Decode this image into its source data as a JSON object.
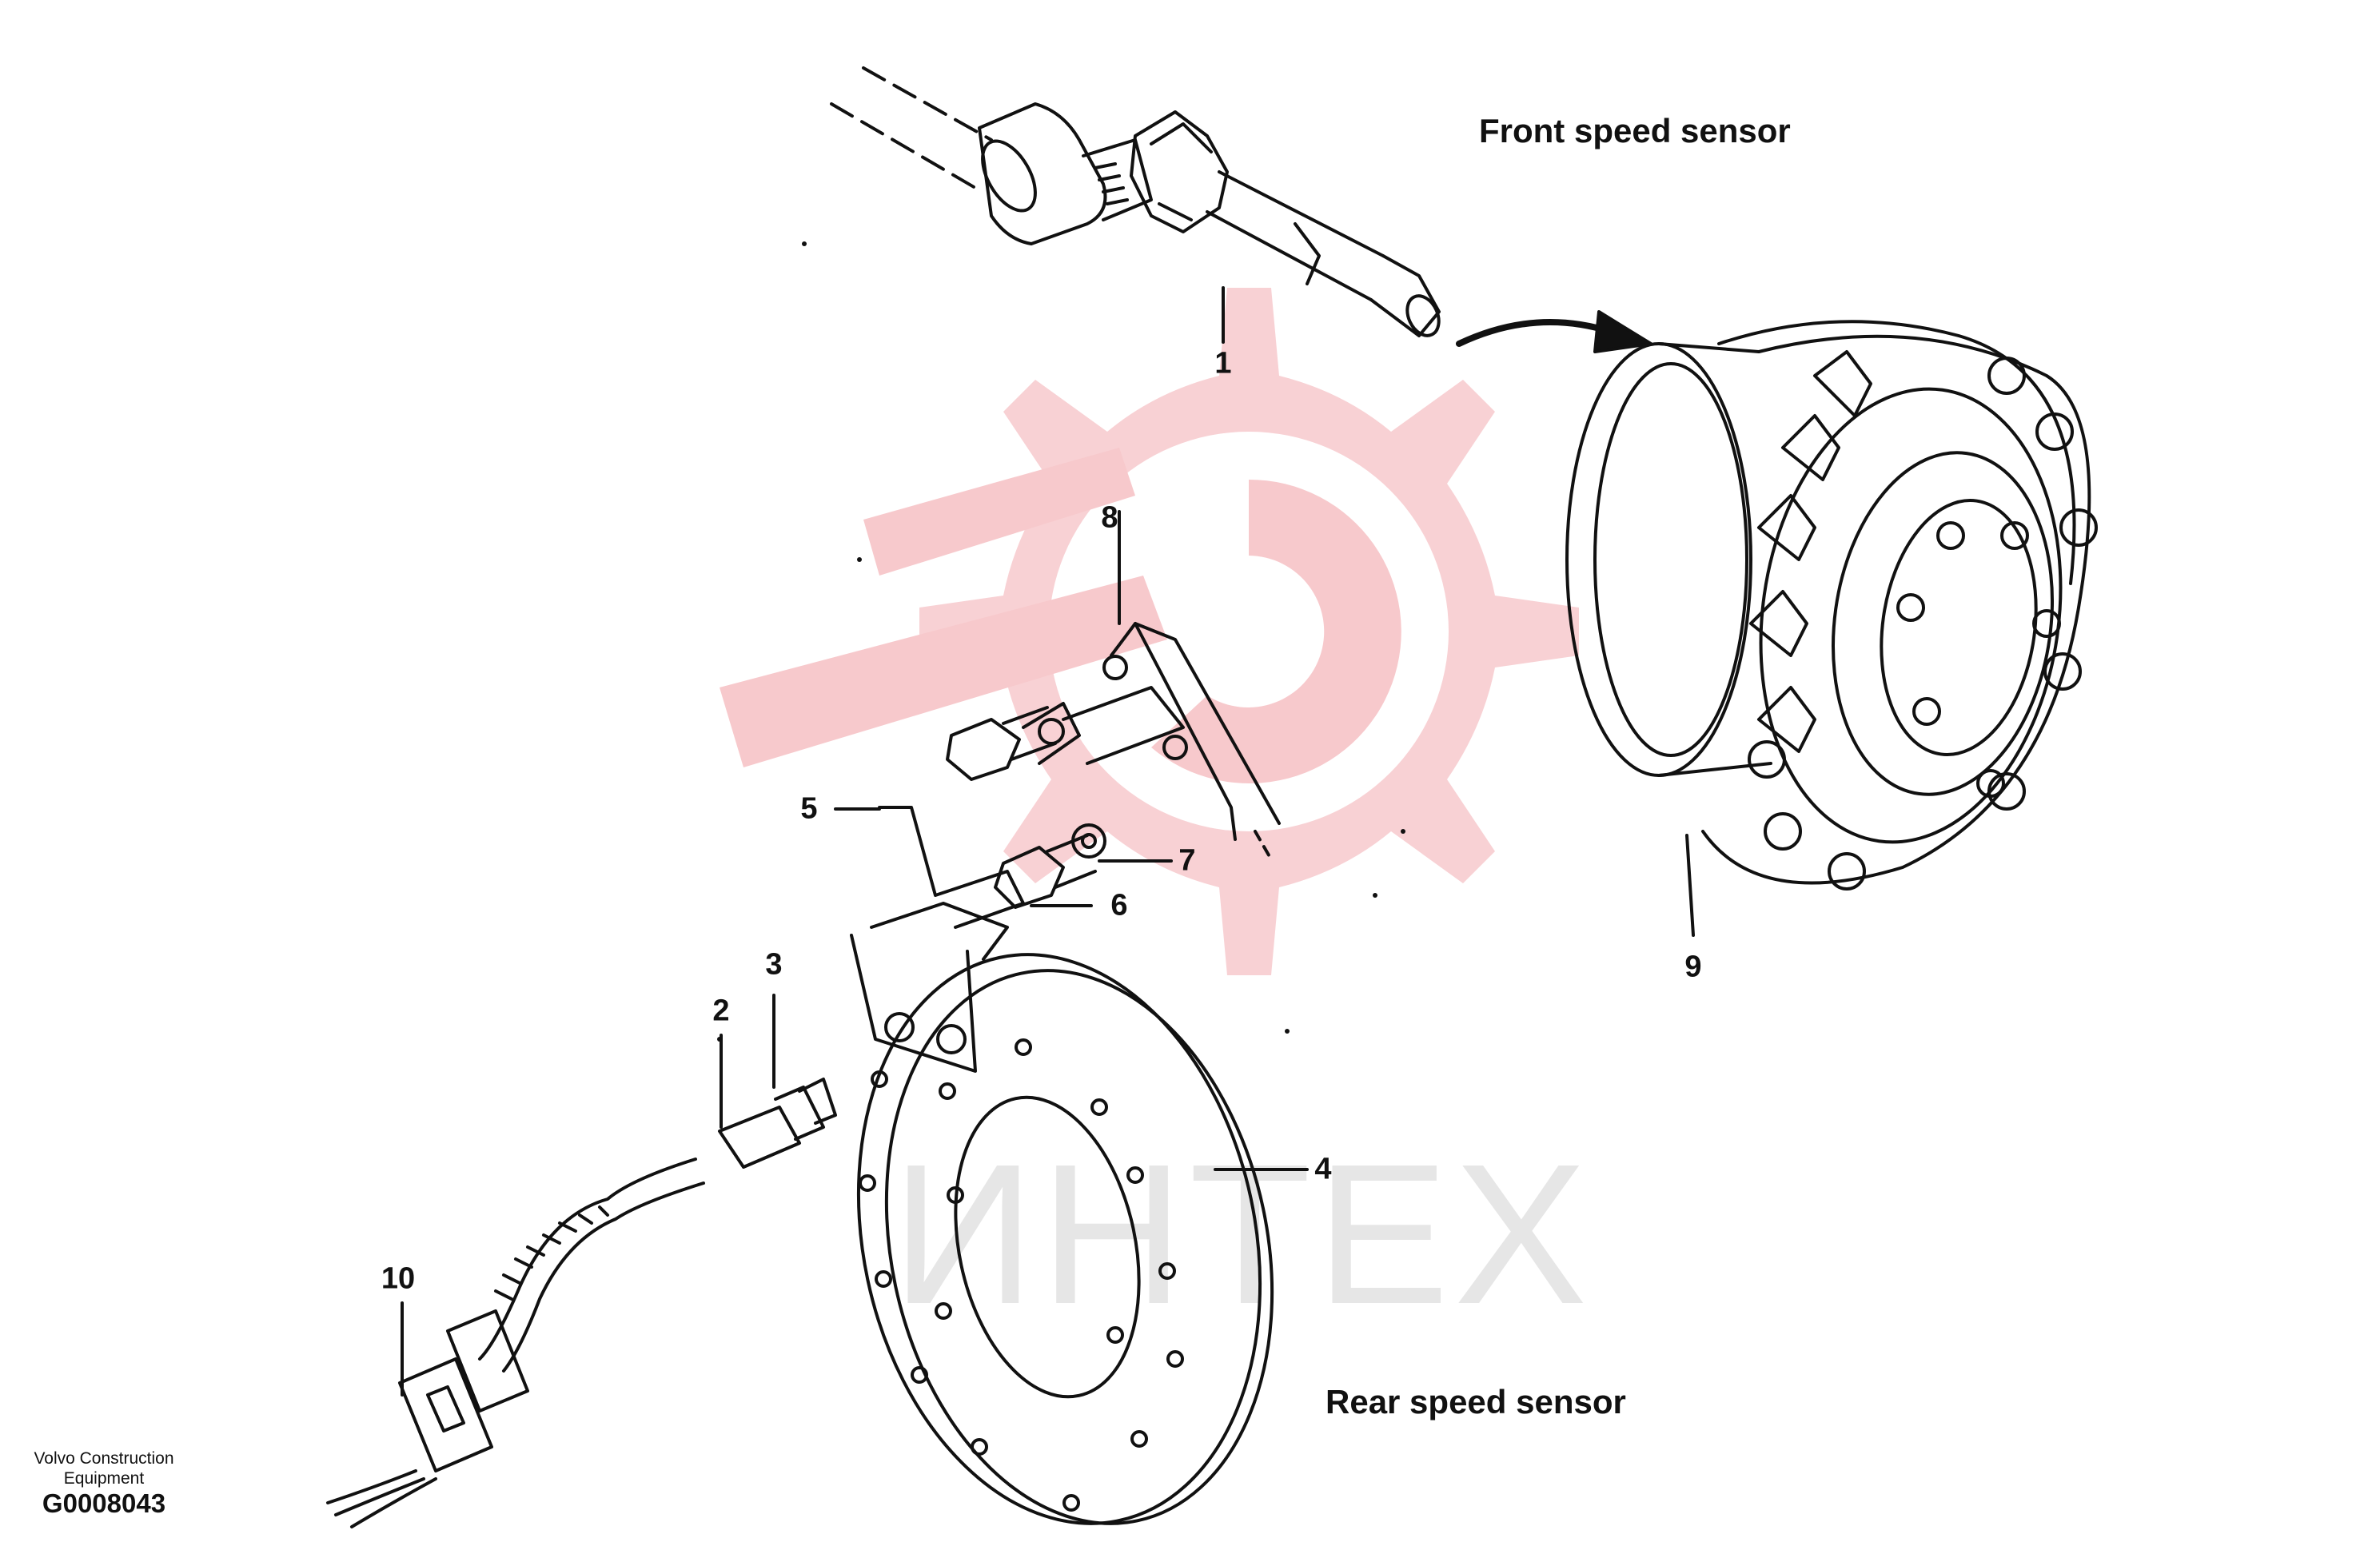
{
  "headings": {
    "front": "Front speed sensor",
    "rear": "Rear speed sensor"
  },
  "callouts": [
    "1",
    "2",
    "3",
    "4",
    "5",
    "6",
    "7",
    "8",
    "9",
    "10"
  ],
  "credit": {
    "line1": "Volvo Construction",
    "line2": "Equipment",
    "code": "G0008043"
  },
  "watermark": {
    "text": "ИНТЕХ",
    "icon": "gear-wrench-logo",
    "color": "#f7c9cc"
  },
  "colors": {
    "ink": "#111111",
    "background": "#ffffff"
  }
}
